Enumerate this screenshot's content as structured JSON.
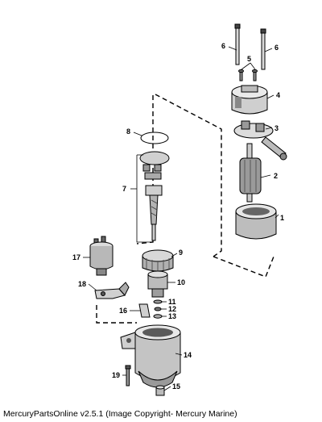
{
  "diagram": {
    "callouts": {
      "p1": "1",
      "p2": "2",
      "p3": "3",
      "p4": "4",
      "p5": "5",
      "p6a": "6",
      "p6b": "6",
      "p7": "7",
      "p8": "8",
      "p9": "9",
      "p10": "10",
      "p11": "11",
      "p12": "12",
      "p13": "13",
      "p14": "14",
      "p15": "15",
      "p16": "16",
      "p17": "17",
      "p18": "18",
      "p19": "19"
    }
  },
  "footer": {
    "copyright": "MercuryPartsOnline v2.5.1 (Image Copyright- Mercury Marine)"
  }
}
